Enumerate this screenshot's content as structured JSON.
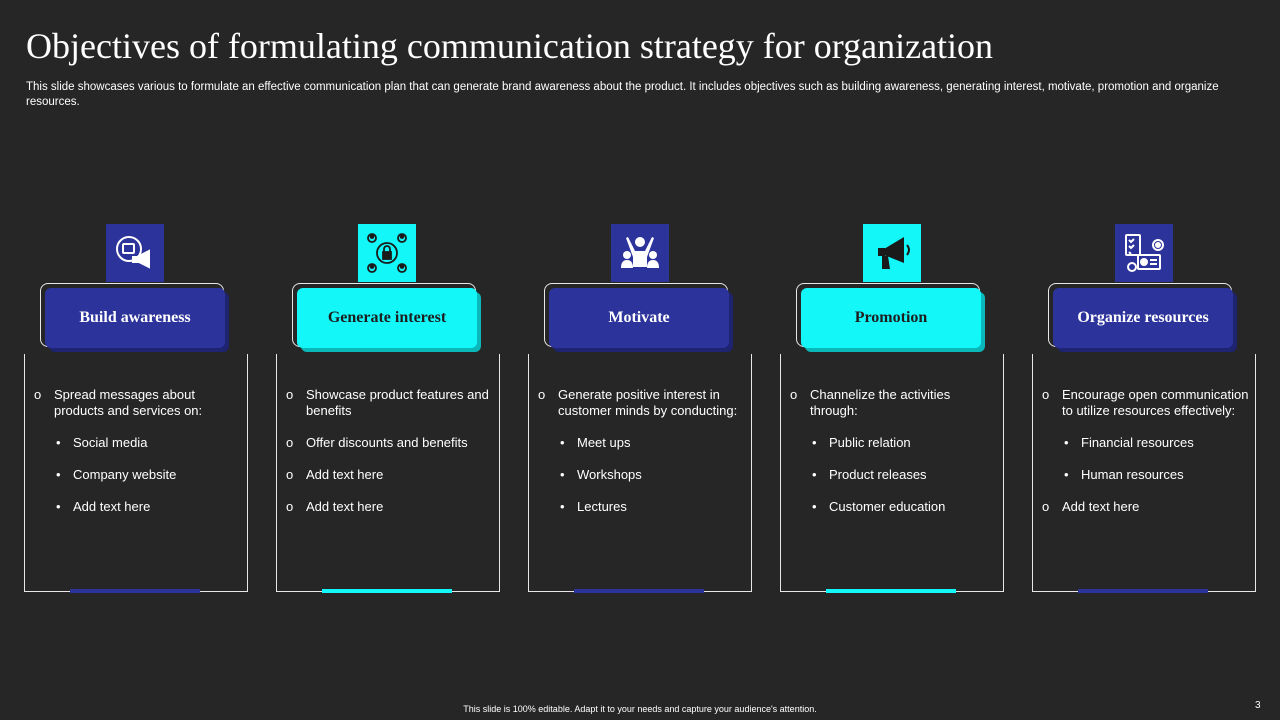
{
  "title": "Objectives of formulating communication strategy for organization",
  "subtitle": "This slide showcases various to formulate an effective communication plan that can generate brand awareness about the product. It includes objectives such as building awareness, generating interest, motivate, promotion and organize resources.",
  "footer": "This slide is 100% editable. Adapt it to your needs and capture your audience's attention.",
  "page_number": "3",
  "colors": {
    "blue": "#2c339a",
    "cyan": "#14f7f9",
    "background": "#262626"
  },
  "columns": [
    {
      "heading": "Build awareness",
      "accent": "blue",
      "icon": "megaphone-icon",
      "items": [
        {
          "marker": "o",
          "text": "Spread messages about products and services on:"
        },
        {
          "marker": "•",
          "text": "Social media",
          "sub": true
        },
        {
          "marker": "•",
          "text": "Company website",
          "sub": true
        },
        {
          "marker": "•",
          "text": "Add text here",
          "sub": true
        }
      ]
    },
    {
      "heading": "Generate interest",
      "accent": "cyan",
      "icon": "network-lock-icon",
      "items": [
        {
          "marker": "o",
          "text": "Showcase product features and benefits"
        },
        {
          "marker": "o",
          "text": "Offer discounts and benefits"
        },
        {
          "marker": "o",
          "text": "Add text here"
        },
        {
          "marker": "o",
          "text": "Add text here"
        }
      ]
    },
    {
      "heading": "Motivate",
      "accent": "blue",
      "icon": "team-cheer-icon",
      "items": [
        {
          "marker": "o",
          "text": "Generate positive interest in customer minds by conducting:"
        },
        {
          "marker": "•",
          "text": "Meet ups",
          "sub": true
        },
        {
          "marker": "•",
          "text": "Workshops",
          "sub": true
        },
        {
          "marker": "•",
          "text": "Lectures",
          "sub": true
        }
      ]
    },
    {
      "heading": "Promotion",
      "accent": "cyan",
      "icon": "loudspeaker-icon",
      "items": [
        {
          "marker": "o",
          "text": "Channelize the activities through:"
        },
        {
          "marker": "•",
          "text": "Public relation",
          "sub": true
        },
        {
          "marker": "•",
          "text": "Product releases",
          "sub": true
        },
        {
          "marker": "•",
          "text": "Customer education",
          "sub": true
        }
      ]
    },
    {
      "heading": "Organize resources",
      "accent": "blue",
      "icon": "checklist-gear-icon",
      "items": [
        {
          "marker": "o",
          "text": "Encourage open communication to utilize resources effectively:"
        },
        {
          "marker": "•",
          "text": "Financial resources",
          "sub": true
        },
        {
          "marker": "•",
          "text": "Human resources",
          "sub": true
        },
        {
          "marker": "o",
          "text": "Add text here"
        }
      ]
    }
  ]
}
